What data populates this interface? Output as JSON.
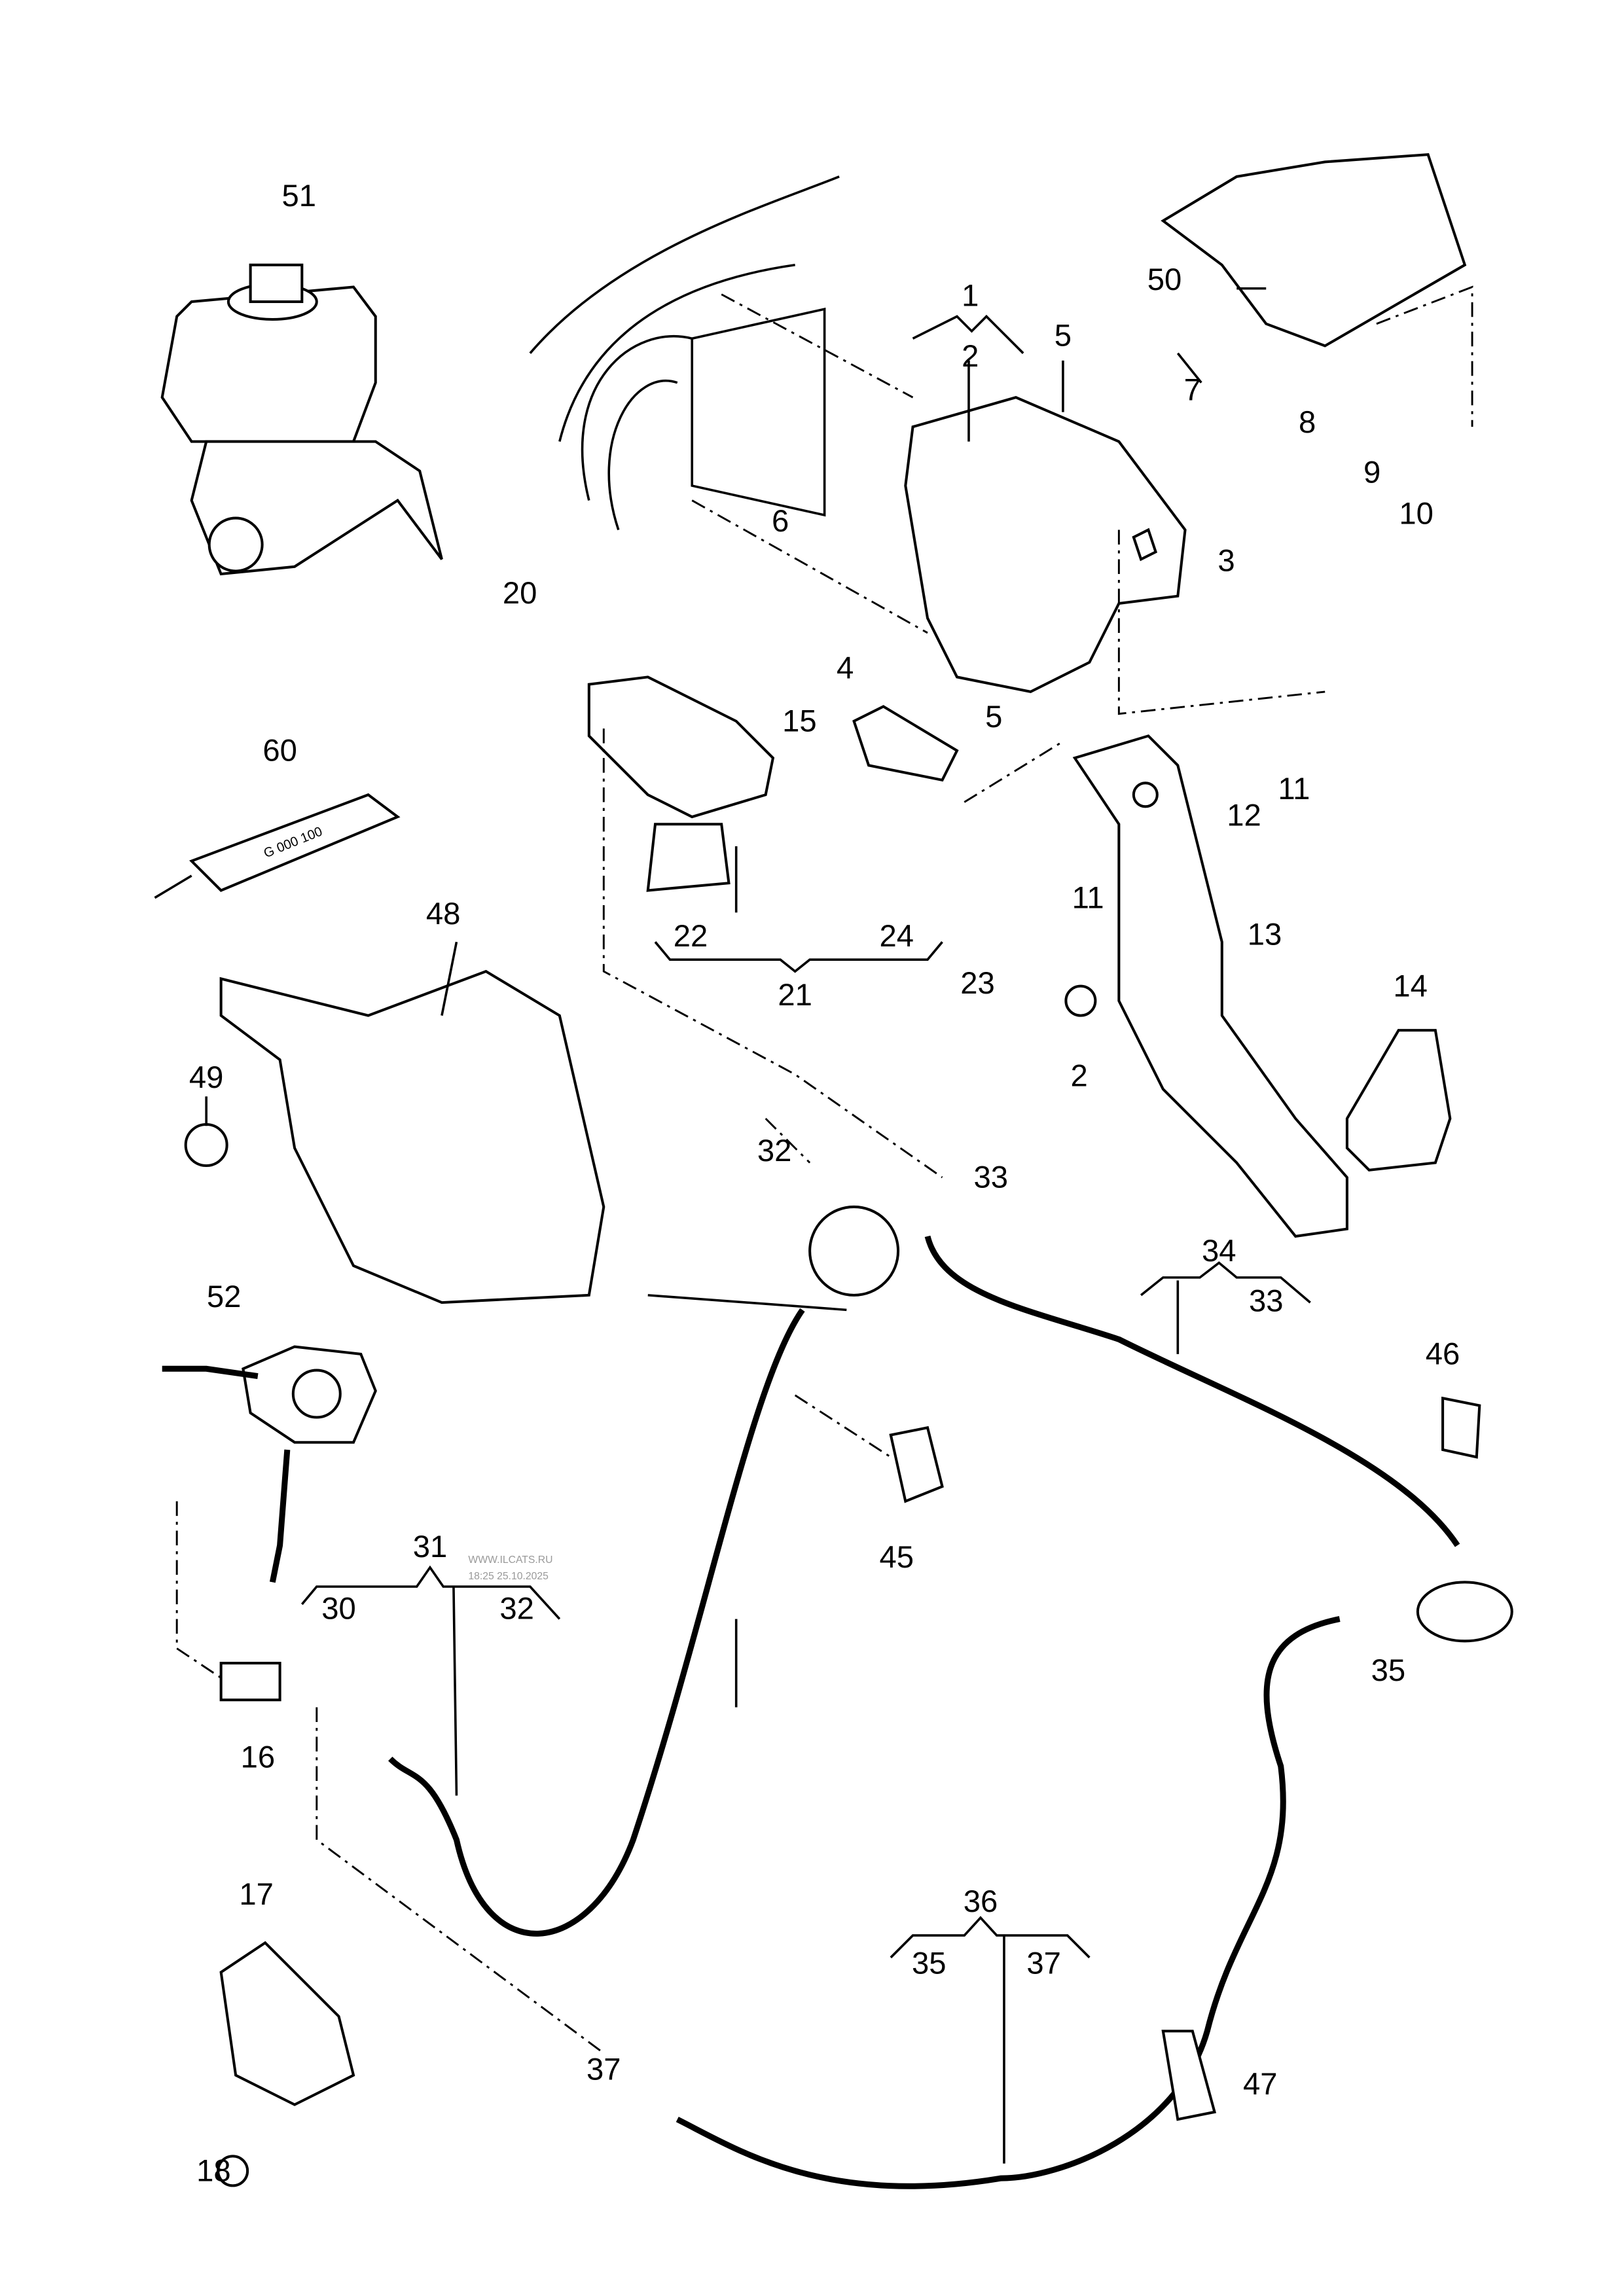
{
  "diagram": {
    "labels": [
      "51",
      "1",
      "2",
      "5",
      "50",
      "7",
      "8",
      "9",
      "10",
      "6",
      "3",
      "20",
      "4",
      "5",
      "15",
      "11",
      "12",
      "60",
      "22",
      "24",
      "23",
      "21",
      "11",
      "13",
      "48",
      "14",
      "2",
      "49",
      "32",
      "33",
      "34",
      "33",
      "52",
      "46",
      "45",
      "31",
      "30",
      "32",
      "35",
      "16",
      "36",
      "35",
      "37",
      "17",
      "37",
      "47",
      "18"
    ],
    "tube_text": "G 000 100",
    "watermark": {
      "line1": "WWW.ILCATS.RU",
      "line2": "18:25 25.10.2025"
    }
  }
}
